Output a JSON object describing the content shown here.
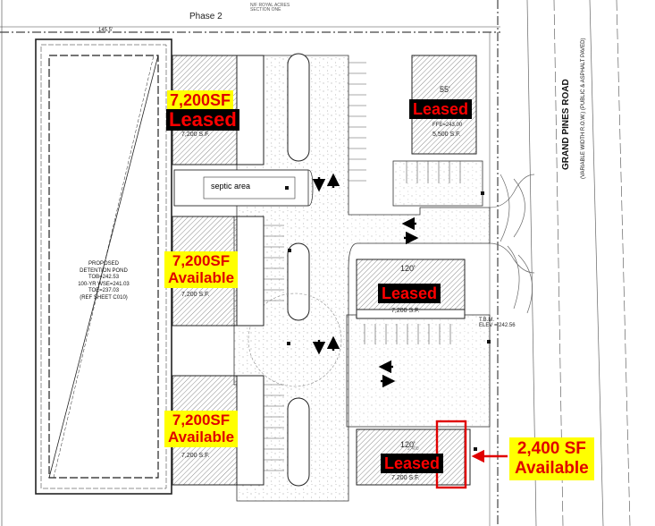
{
  "header": {
    "phase": "Phase 2",
    "top_note": "N/F ROYAL ACRES\nSECTION ONE"
  },
  "road": {
    "name": "GRAND PINES ROAD",
    "sub": "(VARIABLE WIDTH R.O.W.)  (PUBLIC & ASPHALT PAVED)"
  },
  "pond": {
    "lines": [
      "PROPOSED",
      "DETENTION POND",
      "TOB=242.53",
      "100-YR WSE=241.03",
      "TOE=237.03",
      "(REF SHEET C010)"
    ]
  },
  "site_labels": {
    "septic": "septic area",
    "tbm": "T.B.M.\nELEV = 242.56",
    "ffe": "FFE=243.00",
    "tiny_slot": "2,400"
  },
  "dimensions": {
    "width_120_a": "120'",
    "width_120_b": "120'",
    "width_55": "55'",
    "top_width": "145.5'"
  },
  "buildings": [
    {
      "id": "b1",
      "sf_text": "7,200 S.F."
    },
    {
      "id": "b2",
      "sf_text": "7,200 S.F."
    },
    {
      "id": "b3",
      "sf_text": "7,200 S.F."
    },
    {
      "id": "b4",
      "sf_text": "5,500 S.F."
    },
    {
      "id": "b5",
      "sf_text": "7,200 S.F."
    },
    {
      "id": "b6",
      "sf_text": "7,200 S.F."
    }
  ],
  "callouts": {
    "c1_sf": "7,200SF",
    "c1_status": "Leased",
    "c2_sf": "7,200SF",
    "c2_status": "Available",
    "c3_sf": "7,200SF",
    "c3_status": "Available",
    "c4_status": "Leased",
    "c5_status": "Leased",
    "c6_status": "Leased",
    "c7_sf": "2,400 SF",
    "c7_status": "Available"
  },
  "colors": {
    "callout_bg": "#ffff00",
    "callout_text": "#e00000",
    "leased_bg": "#000000",
    "leased_text": "#ff0000",
    "highlight": "#e00000"
  }
}
